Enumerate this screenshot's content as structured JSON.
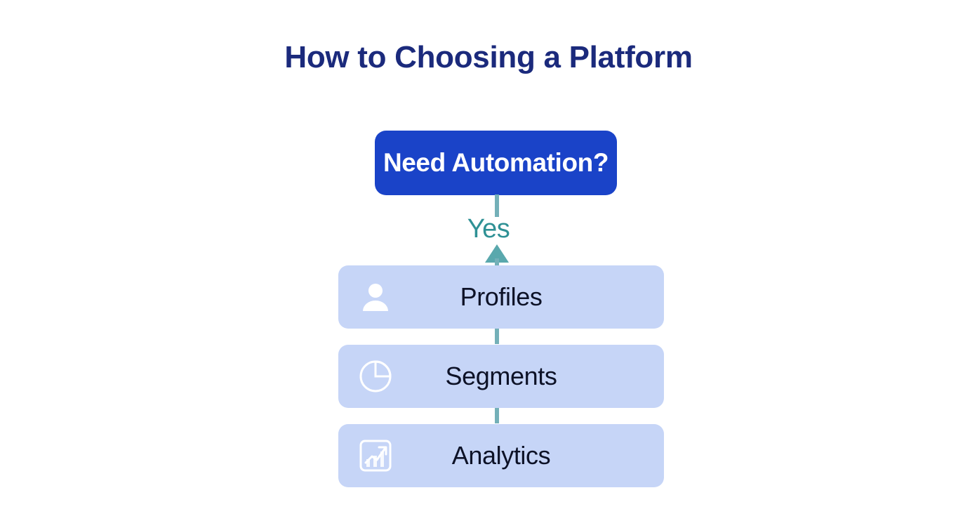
{
  "title": "How to Choosing a Platform",
  "decision": {
    "label": "Need Automation?",
    "color": "#1a43c8",
    "text_color": "#ffffff"
  },
  "edge": {
    "label": "Yes",
    "color": "#2f9195",
    "line_color": "#74b0b8",
    "arrow_color": "#5aa8ad",
    "arrow_direction": "up"
  },
  "options": [
    {
      "label": "Profiles",
      "icon": "person-icon"
    },
    {
      "label": "Segments",
      "icon": "pie-chart-icon"
    },
    {
      "label": "Analytics",
      "icon": "trending-up-chart-icon"
    }
  ],
  "theme": {
    "background": "#ffffff",
    "title_color": "#1b2a7c",
    "option_fill": "#c6d5f7",
    "option_text": "#0d1227",
    "icon_color": "#ffffff"
  }
}
